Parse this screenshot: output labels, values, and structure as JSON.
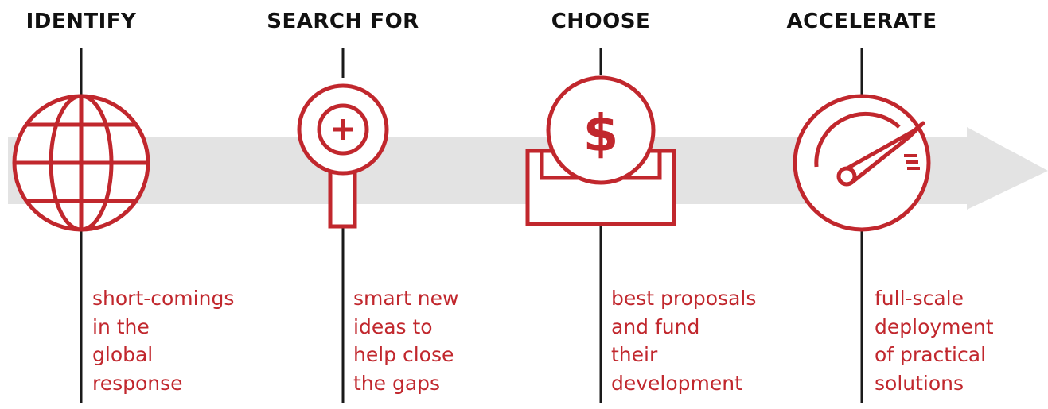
{
  "colors": {
    "accent": "#c1272d",
    "arrow": "#e3e3e3",
    "line": "#1a1a1a",
    "title": "#111111"
  },
  "steps": [
    {
      "title": "IDENTIFY",
      "icon": "globe-icon",
      "desc": [
        "short-comings",
        "in the",
        "global",
        "response"
      ]
    },
    {
      "title": "SEARCH FOR",
      "icon": "magnifier-plus-icon",
      "desc": [
        "smart new",
        "ideas to",
        "help close",
        "the gaps"
      ]
    },
    {
      "title": "CHOOSE",
      "icon": "dollar-coin-slot-icon",
      "desc": [
        "best proposals",
        "and fund",
        "their",
        "development"
      ]
    },
    {
      "title": "ACCELERATE",
      "icon": "speedometer-icon",
      "desc": [
        "full-scale",
        "deployment",
        "of practical",
        "solutions"
      ]
    }
  ]
}
